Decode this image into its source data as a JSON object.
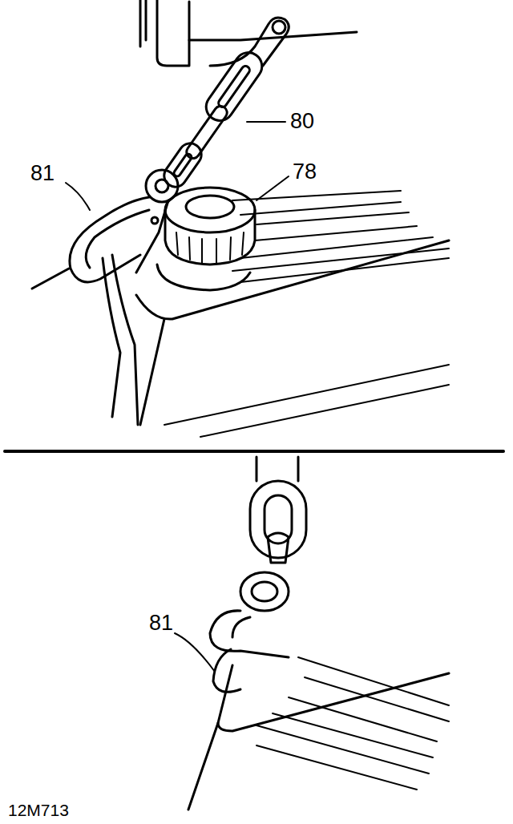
{
  "diagram": {
    "labels": [
      "81",
      "80",
      "78",
      "81",
      "12M713"
    ]
  }
}
